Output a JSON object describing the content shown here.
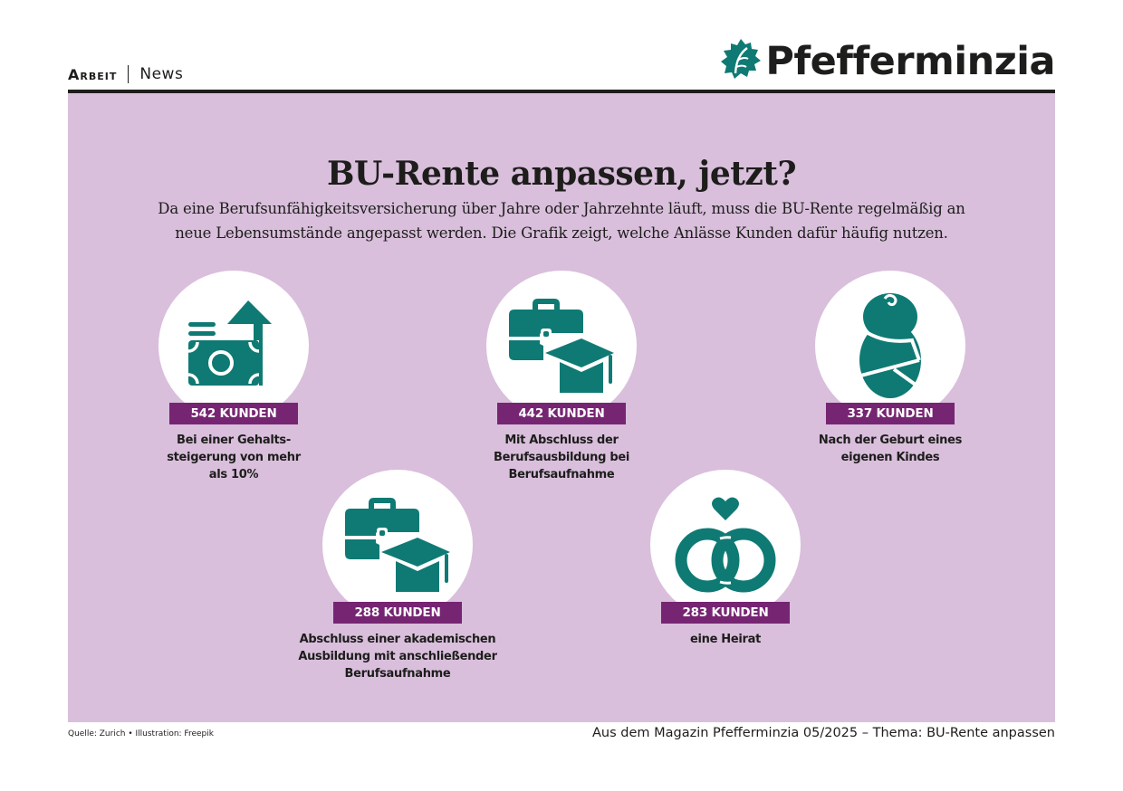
{
  "header": {
    "section": "Arbeit",
    "subsection": "News",
    "logo_text": "Pfefferminzia",
    "logo_icon": "leaf-icon"
  },
  "colors": {
    "panel_bg": "#d9bfdc",
    "icon_teal": "#0f7a74",
    "badge_purple": "#762572",
    "text_dark": "#1d1d1b"
  },
  "main": {
    "title": "BU-Rente anpassen, jetzt?",
    "intro_line1": "Da eine Berufsunfähigkeitsversicherung über Jahre oder Jahrzehnte läuft, muss die BU-Rente regelmäßig an",
    "intro_line2": "neue Lebensumstände angepasst werden. Die Grafik zeigt, welche Anlässe Kunden dafür häufig nutzen.",
    "items": [
      {
        "icon": "money-arrow-up-icon",
        "count": "542 KUNDEN",
        "caption": "Bei einer Gehalts-\nsteigerung von mehr\nals 10%"
      },
      {
        "icon": "briefcase-graduation-cap-icon",
        "count": "442 KUNDEN",
        "caption": "Mit Abschluss der\nBerufsausbildung bei\nBerufsaufnahme"
      },
      {
        "icon": "swaddled-baby-icon",
        "count": "337 KUNDEN",
        "caption": "Nach der Geburt eines\neigenen Kindes"
      },
      {
        "icon": "briefcase-graduation-cap-icon",
        "count": "288 KUNDEN",
        "caption": "Abschluss einer akademischen\nAusbildung mit anschließender\nBerufsaufnahme"
      },
      {
        "icon": "wedding-rings-heart-icon",
        "count": "283 KUNDEN",
        "caption": "eine Heirat"
      }
    ]
  },
  "footer": {
    "source": "Quelle: Zurich • Illustration: Freepik",
    "magazine": "Aus dem Magazin Pfefferminzia 05/2025 – Thema: BU-Rente anpassen"
  },
  "chart_data": {
    "type": "bar",
    "title": "BU-Rente anpassen, jetzt?",
    "categories": [
      "Bei einer Gehaltssteigerung von mehr als 10%",
      "Mit Abschluss der Berufsausbildung bei Berufsaufnahme",
      "Nach der Geburt eines eigenen Kindes",
      "Abschluss einer akademischen Ausbildung mit anschließender Berufsaufnahme",
      "eine Heirat"
    ],
    "values": [
      542,
      442,
      337,
      288,
      283
    ],
    "unit": "Kunden"
  }
}
